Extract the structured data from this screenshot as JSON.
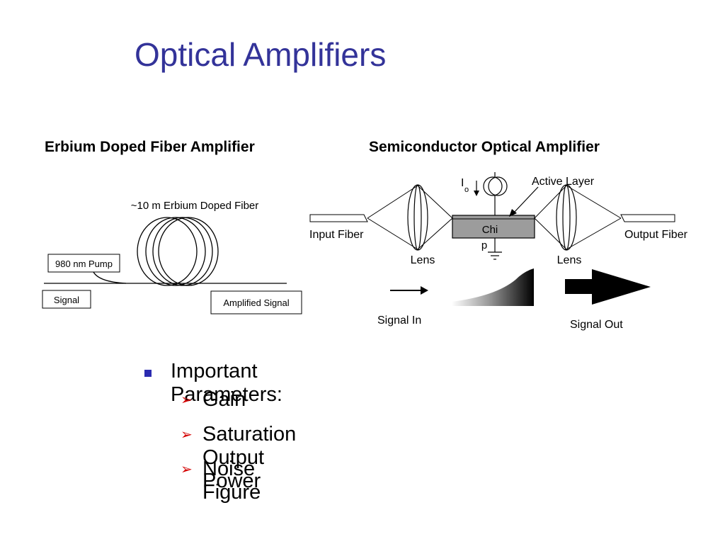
{
  "slide": {
    "title": "Optical Amplifiers",
    "accent_color": "#333399",
    "bullet_color": "#2b2bb0",
    "subbullet_color": "#d40000"
  },
  "edfa": {
    "heading": "Erbium Doped Fiber Amplifier",
    "fiber_label": "~10 m Erbium Doped Fiber",
    "pump_label": "980 nm Pump",
    "signal_label": "Signal",
    "amplified_label": "Amplified Signal"
  },
  "soa": {
    "heading": "Semiconductor Optical Amplifier",
    "current_symbol": "I",
    "current_subscript": "o",
    "active_layer_label": "Active Layer",
    "input_fiber_label": "Input Fiber",
    "output_fiber_label": "Output Fiber",
    "chip_label_line1": "Chi",
    "chip_label_line2": "p",
    "lens_left_label": "Lens",
    "lens_right_label": "Lens",
    "signal_in_label": "Signal In",
    "signal_out_label": "Signal Out"
  },
  "parameters": {
    "heading": "Important Parameters:",
    "items": [
      "Gain",
      "Saturation Output Power",
      "Noise Figure"
    ]
  }
}
